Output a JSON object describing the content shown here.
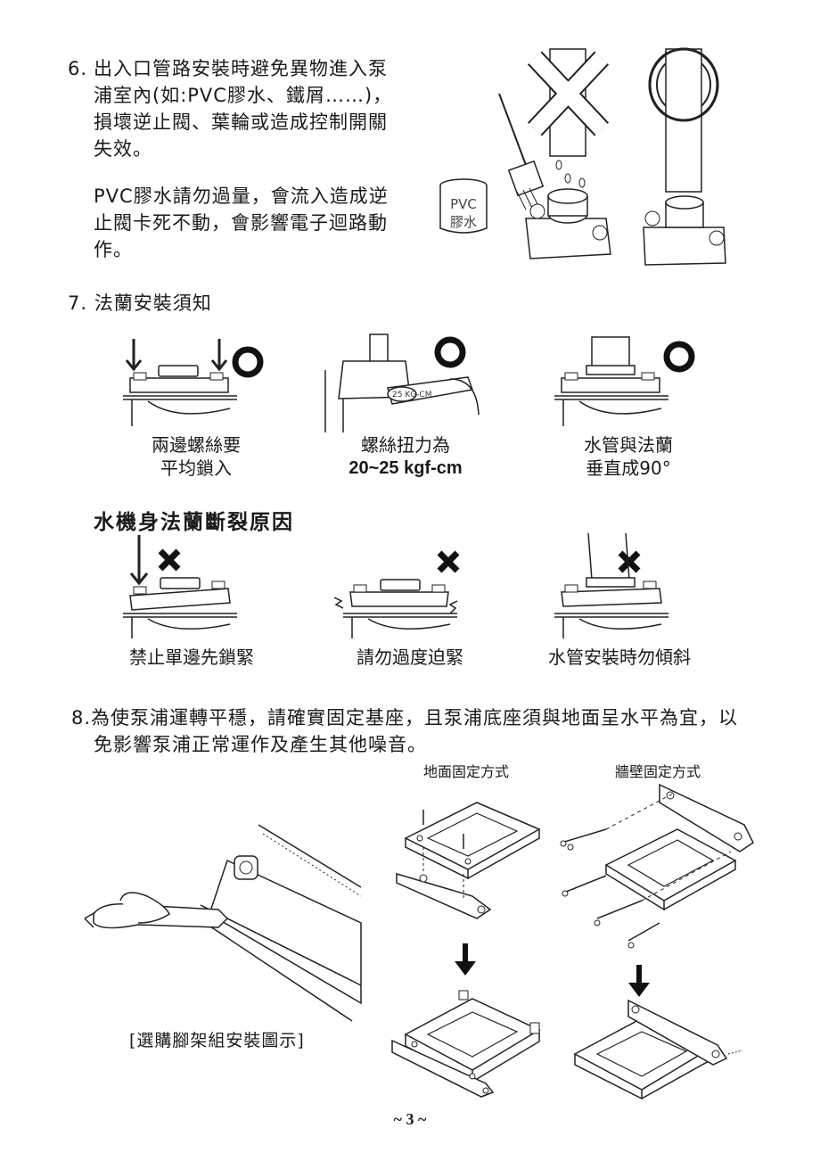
{
  "section6": {
    "number": "6.",
    "lines": [
      "出入口管路安裝時避免異物進入泵",
      "浦室內(如:PVC膠水、鐵屑……)，",
      "損壞逆止閥、葉輪或造成控制開關",
      "失效。"
    ],
    "note_lines": [
      "PVC膠水請勿過量，會流入造成逆",
      "止閥卡死不動，會影響電子迴路動",
      "作。"
    ],
    "can_label_1": "PVC",
    "can_label_2": "膠水"
  },
  "section7": {
    "title": "7. 法蘭安裝須知",
    "captions": [
      {
        "line1": "兩邊螺絲要",
        "line2": "平均鎖入"
      },
      {
        "line1": "螺絲扭力為",
        "line2": "20~25 kgf-cm"
      },
      {
        "line1": "水管與法蘭",
        "line2": "垂直成90°"
      }
    ],
    "wrench_label": "25 KG-CM",
    "break_title": "水機身法蘭斷裂原因",
    "break_captions": [
      "禁止單邊先鎖緊",
      "請勿過度迫緊",
      "水管安裝時勿傾斜"
    ]
  },
  "section8": {
    "lines": [
      "8.為使泵浦運轉平穩，請確實固定基座，且泵浦底座須與地面呈水平為宜，以",
      "免影響泵浦正常運作及產生其他噪音。"
    ],
    "floor_label": "地面固定方式",
    "wall_label": "牆壁固定方式",
    "bracket_caption": "[選購腳架組安裝圖示]"
  },
  "page_number": "~ 3 ~"
}
